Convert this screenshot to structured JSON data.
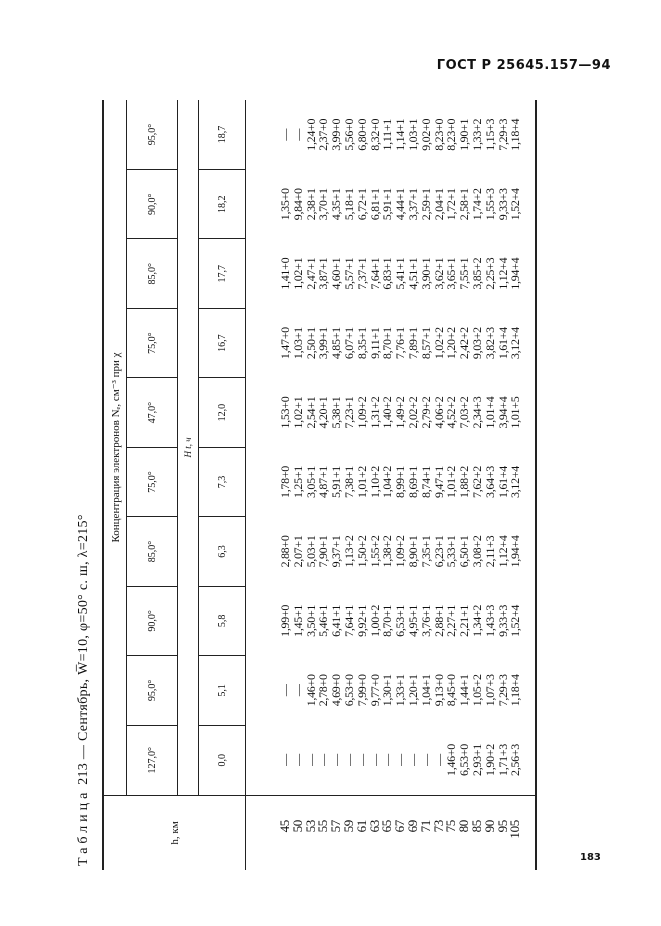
{
  "document": {
    "header": "ГОСТ Р 25645.157—94",
    "page_number": "183"
  },
  "table": {
    "caption_prefix": "Таблица",
    "caption": "213 — Сентябрь, W̅=10, φ=50° с. ш, λ=215°",
    "row_header": "h, км",
    "group_header": "Концентрация электронов Nₑ, см⁻³  при χ",
    "t_header": "H t, ч",
    "chi": [
      "127,0°",
      "95,0°",
      "90,0°",
      "85,0°",
      "75,0°",
      "47,0°",
      "75,0°",
      "85,0°",
      "90,0°",
      "95,0°"
    ],
    "t": [
      "0,0",
      "5,1",
      "5,8",
      "6,3",
      "7,3",
      "12,0",
      "16,7",
      "17,7",
      "18,2",
      "18,7"
    ],
    "rows": [
      {
        "h": "45",
        "v": [
          "—",
          "—",
          "1,99+0",
          "2,88+0",
          "1,78+0",
          "1,53+0",
          "1,47+0",
          "1,41+0",
          "1,35+0",
          "—"
        ]
      },
      {
        "h": "50",
        "v": [
          "—",
          "—",
          "1,45+1",
          "2,07+1",
          "1,25+1",
          "1,02+1",
          "1,03+1",
          "1,02+1",
          "9,84+0",
          "—"
        ]
      },
      {
        "h": "53",
        "v": [
          "—",
          "1,46+0",
          "3,50+1",
          "5,03+1",
          "3,05+1",
          "2,54+1",
          "2,50+1",
          "2,47+1",
          "2,38+1",
          "1,24+0"
        ]
      },
      {
        "h": "55",
        "v": [
          "—",
          "2,78+0",
          "5,46+1",
          "7,90+1",
          "4,87+1",
          "4,20+1",
          "3,99+1",
          "3,87+1",
          "3,70+1",
          "2,37+0"
        ]
      },
      {
        "h": "57",
        "v": [
          "—",
          "4,69+0",
          "6,41+1",
          "9,37+1",
          "5,91+1",
          "5,38+1",
          "4,85+1",
          "4,60+1",
          "4,35+1",
          "3,99+0"
        ]
      },
      {
        "h": "59",
        "v": [
          "—",
          "6,53+0",
          "7,64+1",
          "1,13+2",
          "7,38+1",
          "7,23+1",
          "6,07+1",
          "5,57+1",
          "5,18+1",
          "5,56+0"
        ]
      },
      {
        "h": "61",
        "v": [
          "—",
          "7,99+0",
          "9,92+1",
          "1,50+2",
          "1,01+2",
          "1,09+2",
          "8,35+1",
          "7,37+1",
          "6,72+1",
          "6,80+0"
        ]
      },
      {
        "h": "63",
        "v": [
          "—",
          "9,77+0",
          "1,00+2",
          "1,55+2",
          "1,10+2",
          "1,31+2",
          "9,11+1",
          "7,64+1",
          "6,81+1",
          "8,32+0"
        ]
      },
      {
        "h": "65",
        "v": [
          "—",
          "1,30+1",
          "8,70+1",
          "1,38+2",
          "1,04+2",
          "1,40+2",
          "8,70+1",
          "6,83+1",
          "5,91+1",
          "1,11+1"
        ]
      },
      {
        "h": "67",
        "v": [
          "—",
          "1,33+1",
          "6,53+1",
          "1,09+2",
          "8,99+1",
          "1,49+2",
          "7,76+1",
          "5,41+1",
          "4,44+1",
          "1,14+1"
        ]
      },
      {
        "h": "69",
        "v": [
          "—",
          "1,20+1",
          "4,95+1",
          "8,90+1",
          "8,69+1",
          "2,02+2",
          "7,89+1",
          "4,51+1",
          "3,37+1",
          "1,03+1"
        ]
      },
      {
        "h": "71",
        "v": [
          "—",
          "1,04+1",
          "3,76+1",
          "7,35+1",
          "8,74+1",
          "2,79+2",
          "8,57+1",
          "3,90+1",
          "2,59+1",
          "9,02+0"
        ]
      },
      {
        "h": "73",
        "v": [
          "—",
          "9,13+0",
          "2,88+1",
          "6,23+1",
          "9,47+1",
          "4,06+2",
          "1,02+2",
          "3,62+1",
          "2,04+1",
          "8,23+0"
        ]
      },
      {
        "h": "75",
        "v": [
          "1,46+0",
          "8,45+0",
          "2,27+1",
          "5,33+1",
          "1,01+2",
          "4,52+2",
          "1,20+2",
          "3,65+1",
          "1,72+1",
          "8,23+0"
        ]
      },
      {
        "h": "80",
        "v": [
          "6,53+0",
          "1,44+1",
          "2,21+1",
          "6,50+1",
          "1,88+2",
          "7,03+2",
          "2,42+2",
          "7,55+1",
          "2,58+1",
          "1,90+1"
        ]
      },
      {
        "h": "85",
        "v": [
          "2,93+1",
          "1,05+2",
          "1,34+2",
          "3,08+2",
          "7,62+2",
          "2,34+3",
          "9,03+2",
          "3,85+2",
          "1,74+2",
          "1,33+2"
        ]
      },
      {
        "h": "90",
        "v": [
          "1,90+2",
          "1,07+3",
          "1,43+3",
          "2,11+3",
          "3,64+3",
          "1,01+4",
          "3,82+3",
          "2,25+3",
          "1,55+3",
          "1,15+3"
        ]
      },
      {
        "h": "95",
        "v": [
          "1,71+3",
          "7,29+3",
          "9,33+3",
          "1,12+4",
          "1,61+4",
          "3,94+4",
          "1,61+4",
          "1,12+4",
          "9,33+3",
          "7,29+3"
        ]
      },
      {
        "h": "105",
        "v": [
          "2,56+3",
          "1,18+4",
          "1,52+4",
          "1,94+4",
          "3,12+4",
          "1,01+5",
          "3,12+4",
          "1,94+4",
          "1,52+4",
          "1,18+4"
        ]
      }
    ]
  }
}
